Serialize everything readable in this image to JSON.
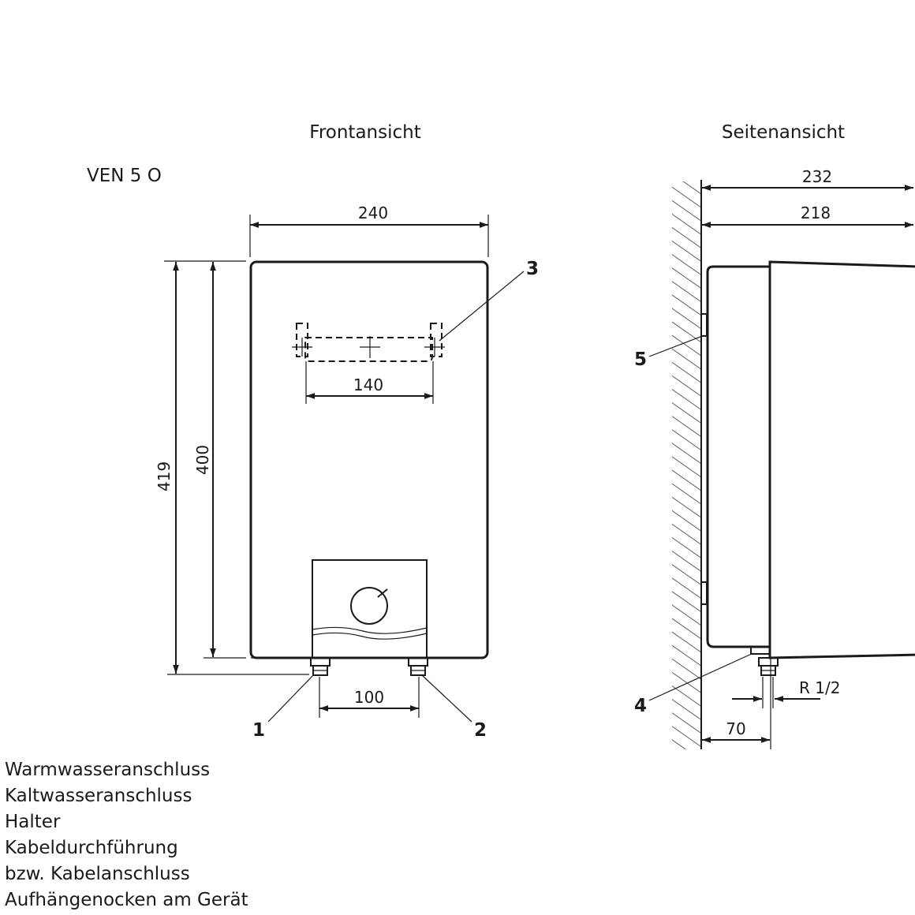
{
  "views": {
    "front": {
      "title": "Frontansicht",
      "model": "VEN 5 O"
    },
    "side": {
      "title": "Seitenansicht"
    }
  },
  "dimensions": {
    "front_width": "240",
    "front_height_total": "419",
    "front_height_body": "400",
    "bracket_spacing": "140",
    "connection_spacing": "100",
    "side_depth_total": "232",
    "side_depth_body": "218",
    "side_connection_offset": "70",
    "thread": "R 1/2"
  },
  "callouts": [
    "1",
    "2",
    "3",
    "4",
    "5"
  ],
  "legend": [
    "Warmwasseranschluss",
    "Kaltwasseranschluss",
    "Halter",
    "Kabeldurchführung",
    "bzw. Kabelanschluss",
    "Aufhängenocken am Gerät"
  ]
}
